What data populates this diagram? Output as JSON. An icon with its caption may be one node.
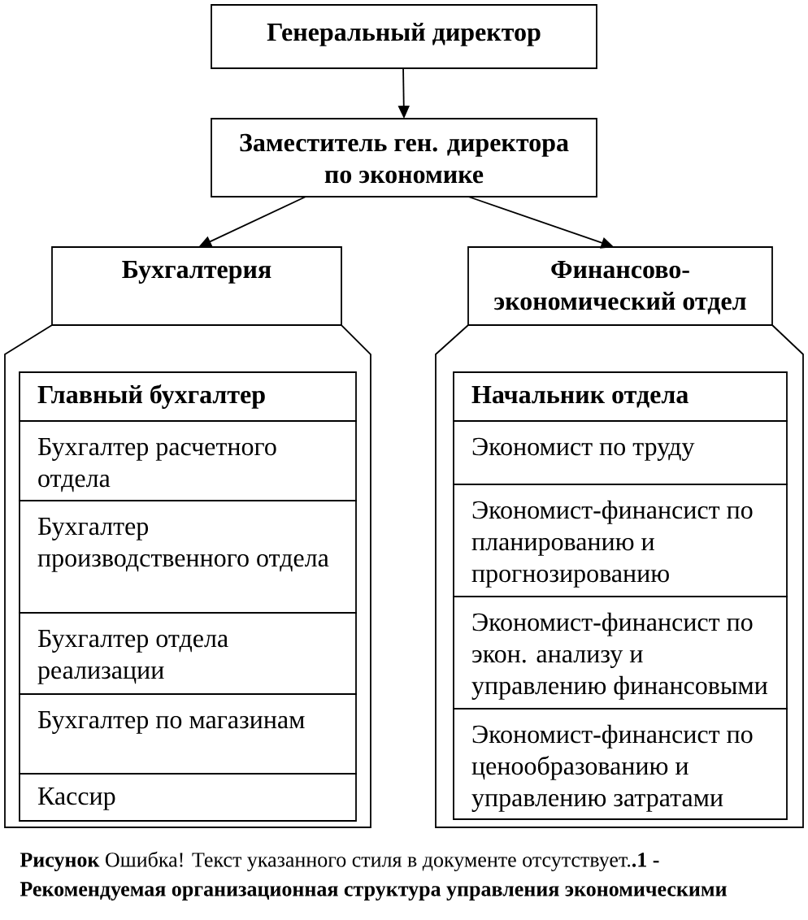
{
  "diagram": {
    "caption": "**Рисунок** Ошибка! Текст указанного стиля в документе отсутствует.**.1 - Рекомендуемая организационная структура управления экономическими**",
    "nodes": [
      {
        "text": [
          "Генеральный директор"
        ]
      },
      {
        "text": [
          "Заместитель ген. директора по экономике"
        ]
      },
      {
        "text": [
          "Бухгалтерия"
        ]
      },
      {
        "text": [
          "Финансово-экономический отдел"
        ]
      },
      {
        "text": [],
        "shape": "pentagon"
      },
      {
        "text": [
          "Главный бухгалтер"
        ],
        "in": 4
      },
      {
        "text": [
          "Бухгалтер расчетного отдела"
        ],
        "in": 4
      },
      {
        "text": [
          "Бухгалтер производственного отдела"
        ],
        "in": 4
      },
      {
        "text": [
          "Бухгалтер отдела реализации"
        ],
        "in": 4
      },
      {
        "text": [
          "Бухгалтер по магазинам"
        ],
        "in": 4
      },
      {
        "text": [
          "Кассир"
        ],
        "in": 4
      },
      {
        "text": [],
        "shape": "pentagon"
      },
      {
        "text": [
          "Начальник отдела"
        ],
        "in": 11
      },
      {
        "text": [
          "Экономист по труду"
        ],
        "in": 11
      },
      {
        "text": [
          "Экономист-финансист по планированию и прогнозированию"
        ],
        "in": 11
      },
      {
        "text": [
          "Экономист-финансист по экон. анализу и управлению финансовыми"
        ],
        "in": 11
      },
      {
        "text": [
          "Экономист-финансист по ценообразованию и управлению затратами"
        ],
        "in": 11
      }
    ],
    "edges": [
      {
        "from": 0,
        "to": 1,
        "arrow": "to"
      },
      {
        "from": 1,
        "to": 2,
        "arrow": "to"
      },
      {
        "from": 1,
        "to": 3,
        "arrow": "to"
      }
    ]
  }
}
